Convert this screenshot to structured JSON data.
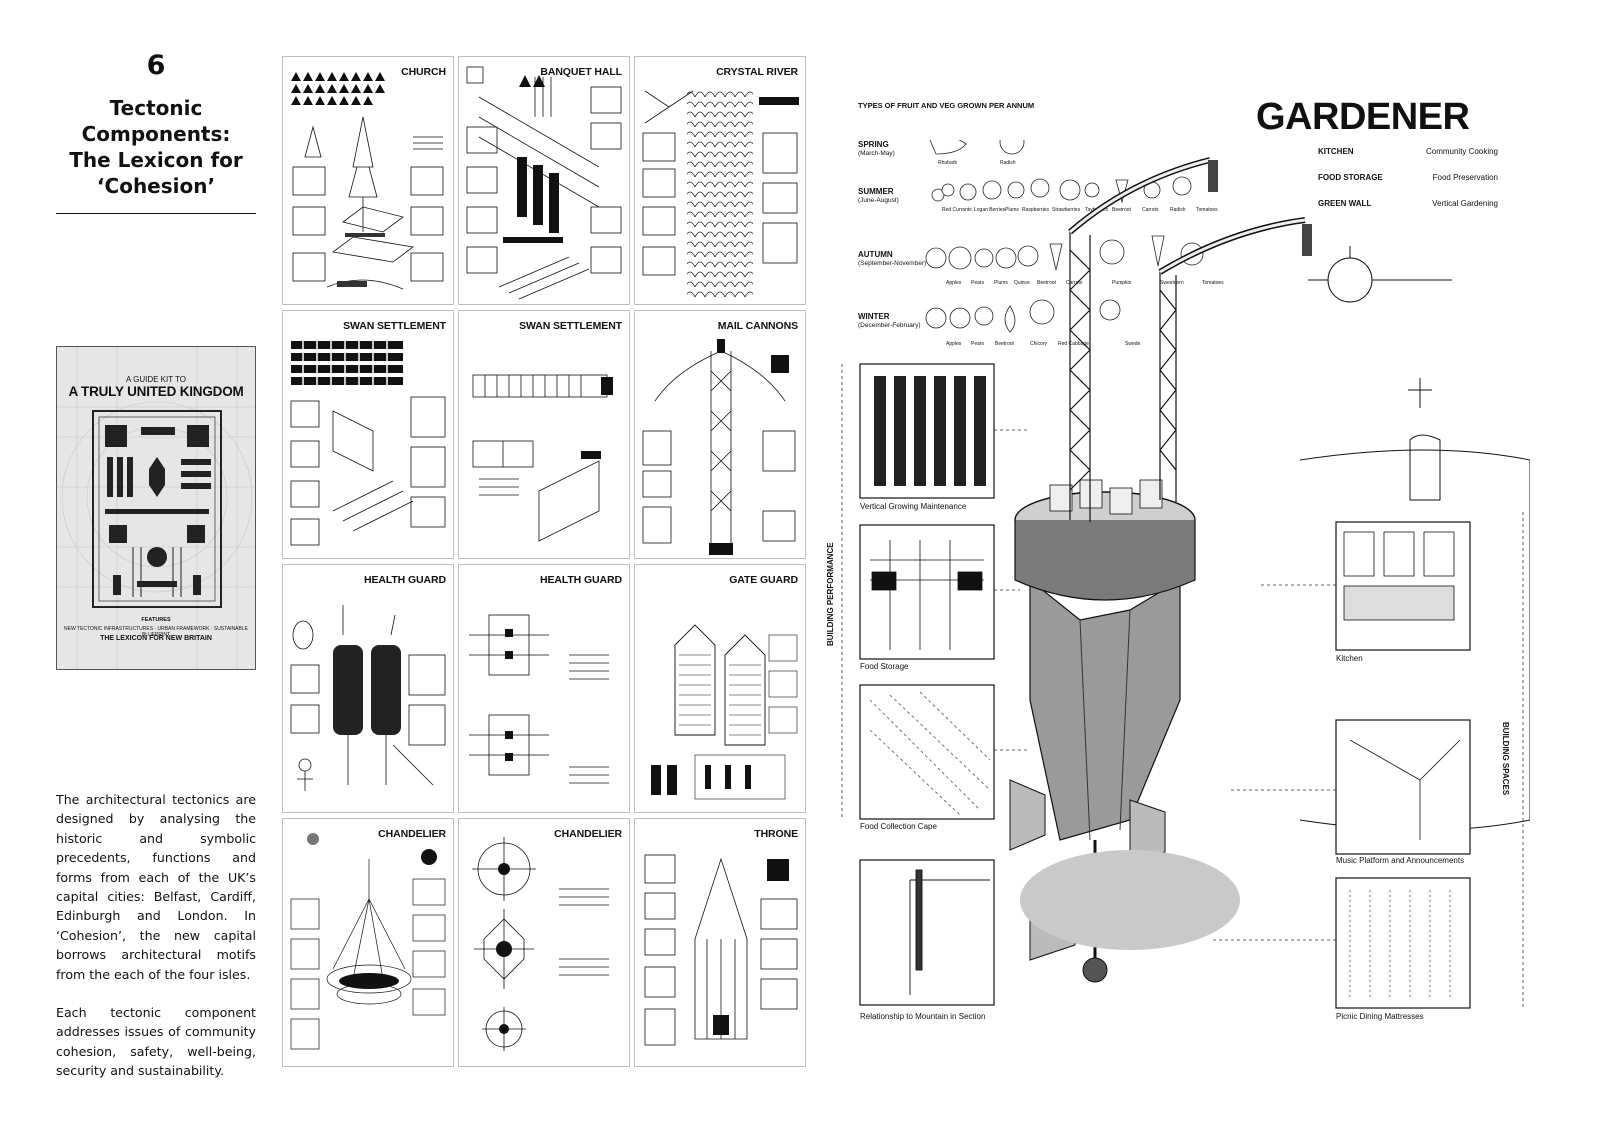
{
  "left": {
    "number": "6",
    "title_lines": [
      "Tectonic",
      "Components:",
      "The Lexicon for",
      "‘Cohesion’"
    ],
    "cover": {
      "kicker": "A GUIDE KIT TO",
      "title": "A TRULY UNITED KINGDOM",
      "features_label": "FEATURES",
      "features": "NEW TECTONIC INFRASTRUCTURES · URBAN FRAMEWORK · SUSTAINABLE BLUEPRINT",
      "subtitle": "THE LEXICON FOR NEW BRITAIN"
    },
    "paragraphs": [
      "The architectural tectonics are designed by analysing the historic and symbolic precedents, functions and forms from each of the UK’s capital cities: Belfast, Cardiff, Edinburgh and London. In ‘Cohesion’, the new capital borrows architectural motifs from the each of the four isles.",
      "Each tectonic component addresses issues of community cohesion, safety, well-being, security and sustainability."
    ]
  },
  "panels": [
    {
      "title": "CHURCH"
    },
    {
      "title": "BANQUET HALL"
    },
    {
      "title": "CRYSTAL RIVER"
    },
    {
      "title": "SWAN SETTLEMENT"
    },
    {
      "title": "SWAN SETTLEMENT"
    },
    {
      "title": "MAIL CANNONS"
    },
    {
      "title": "HEALTH GUARD"
    },
    {
      "title": "HEALTH GUARD"
    },
    {
      "title": "GATE GUARD"
    },
    {
      "title": "CHANDELIER"
    },
    {
      "title": "CHANDELIER"
    },
    {
      "title": "THRONE"
    }
  ],
  "gardener": {
    "title": "GARDENER",
    "spaces": [
      {
        "name": "KITCHEN",
        "use": "Community Cooking"
      },
      {
        "name": "FOOD STORAGE",
        "use": "Food Preservation"
      },
      {
        "name": "GREEN WALL",
        "use": "Vertical Gardening"
      }
    ],
    "fruit_veg_title": "TYPES OF FRUIT AND VEG GROWN PER ANNUM",
    "seasons": [
      {
        "name": "SPRING",
        "months": "(March-May)",
        "items": [
          "Rhubarb",
          "Radish"
        ]
      },
      {
        "name": "SUMMER",
        "months": "(June-August)",
        "items": [
          "Red Currants",
          "Logan Berries",
          "Plums",
          "Raspberries",
          "Strawberries",
          "Tayberries",
          "Beetroot",
          "Carrots",
          "Radish",
          "Tomatoes"
        ]
      },
      {
        "name": "AUTUMN",
        "months": "(September-November)",
        "items": [
          "Apples",
          "Pears",
          "Plums",
          "Quince",
          "Beetroot",
          "Carrots",
          "Pumpkin",
          "Sweetcorn",
          "Tomatoes"
        ]
      },
      {
        "name": "WINTER",
        "months": "(December-February)",
        "items": [
          "Apples",
          "Pears",
          "Beetroot",
          "Chicory",
          "Red Cabbage",
          "Swede"
        ]
      }
    ],
    "left_boxes": [
      "Vertical Growing Maintenance",
      "Food Storage",
      "Food Collection Cape",
      "Relationship to Mountain in Section"
    ],
    "right_boxes": [
      "Kitchen",
      "Music Platform and Announcements",
      "Picnic Dining Mattresses"
    ],
    "side_labels": {
      "left": "BUILDING PERFORMANCE",
      "right": "BUILDING SPACES"
    }
  }
}
